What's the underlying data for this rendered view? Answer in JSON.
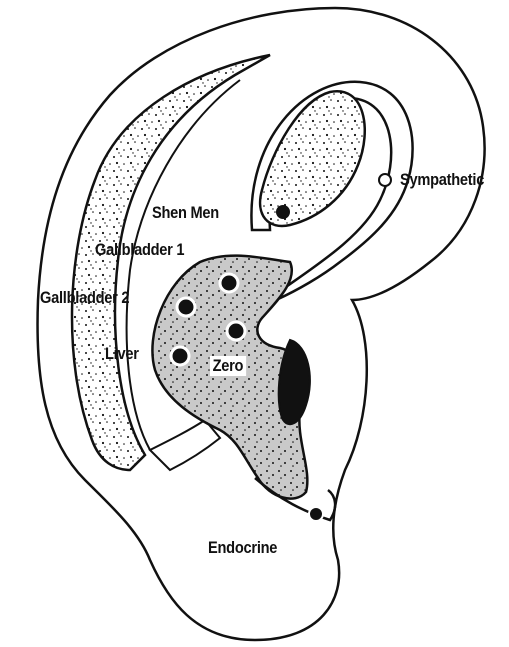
{
  "labels": {
    "sympathetic": "Sympathetic",
    "shen_men": "Shen Men",
    "gallbladder_1": "Gallbladder 1",
    "gallbladder_2": "Gallbladder 2",
    "liver": "Liver",
    "zero": "Zero",
    "endocrine": "Endocrine"
  },
  "colors": {
    "ink": "#111111",
    "shaded_region": "#c9c9c9",
    "background": "#ffffff"
  }
}
